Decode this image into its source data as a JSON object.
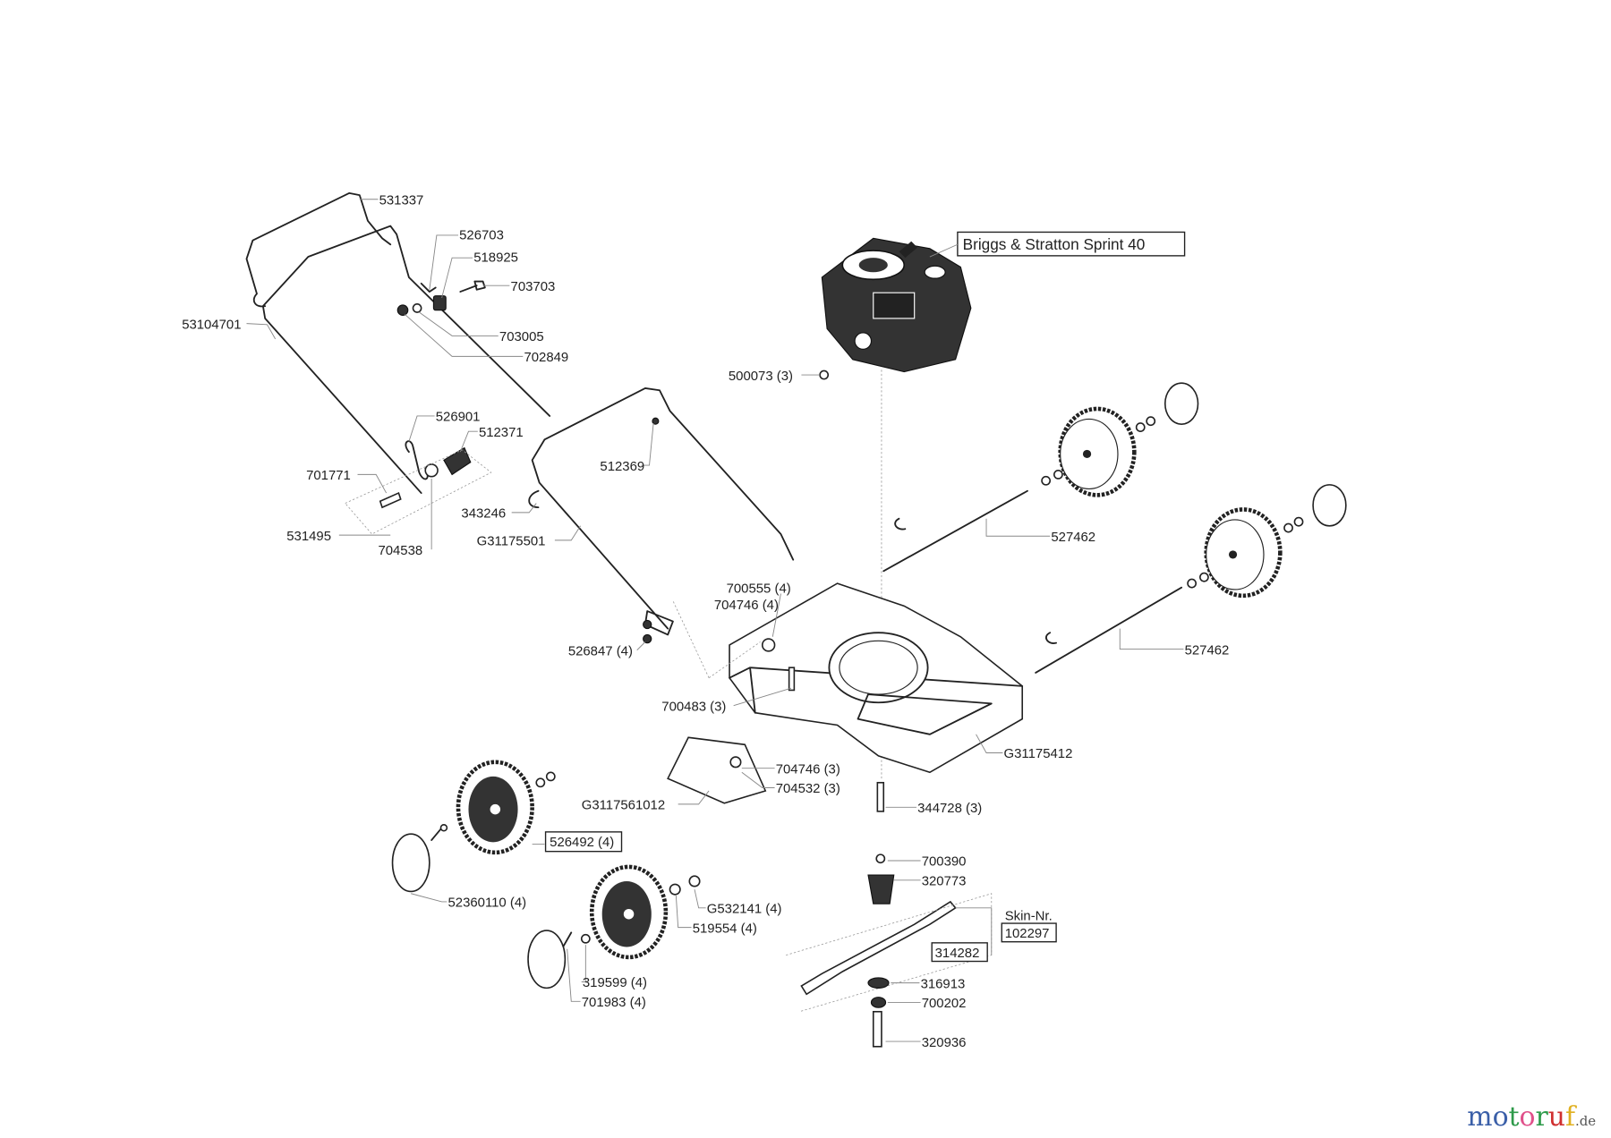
{
  "engine_title": "Briggs & Stratton Sprint 40",
  "labels": {
    "p531337": "531337",
    "p526703": "526703",
    "p518925": "518925",
    "p703703": "703703",
    "p53104701": "53104701",
    "p703005": "703005",
    "p702849": "702849",
    "p526901": "526901",
    "p512371": "512371",
    "p512369": "512369",
    "p701771": "701771",
    "p343246": "343246",
    "p531495": "531495",
    "pG31175501": "G31175501",
    "p704538": "704538",
    "p500073": "500073 (3)",
    "p527462a": "527462",
    "p527462b": "527462",
    "p700555": "700555 (4)",
    "p704746a": "704746 (4)",
    "p526847": "526847 (4)",
    "p700483": "700483 (3)",
    "pG31175412": "G31175412",
    "p704746b": "704746 (3)",
    "p704532": "704532 (3)",
    "pG3117561012": "G3117561012",
    "p344728": "344728 (3)",
    "p526492": "526492 (4)",
    "p700390": "700390",
    "p320773": "320773",
    "p52360110": "52360110 (4)",
    "pG532141": "G532141 (4)",
    "skin_label": "Skin-Nr.",
    "skin_number": "102297",
    "p519554": "519554 (4)",
    "p314282": "314282",
    "p316913": "316913",
    "p319599": "319599 (4)",
    "p700202": "700202",
    "p701983": "701983 (4)",
    "p320936": "320936"
  },
  "logo": {
    "text": "motoruf",
    "suffix": ".de",
    "colors": [
      "#3a5fa8",
      "#3a5fa8",
      "#2e9a4a",
      "#e0508a",
      "#e07020",
      "#d03030",
      "#e0b020"
    ]
  }
}
